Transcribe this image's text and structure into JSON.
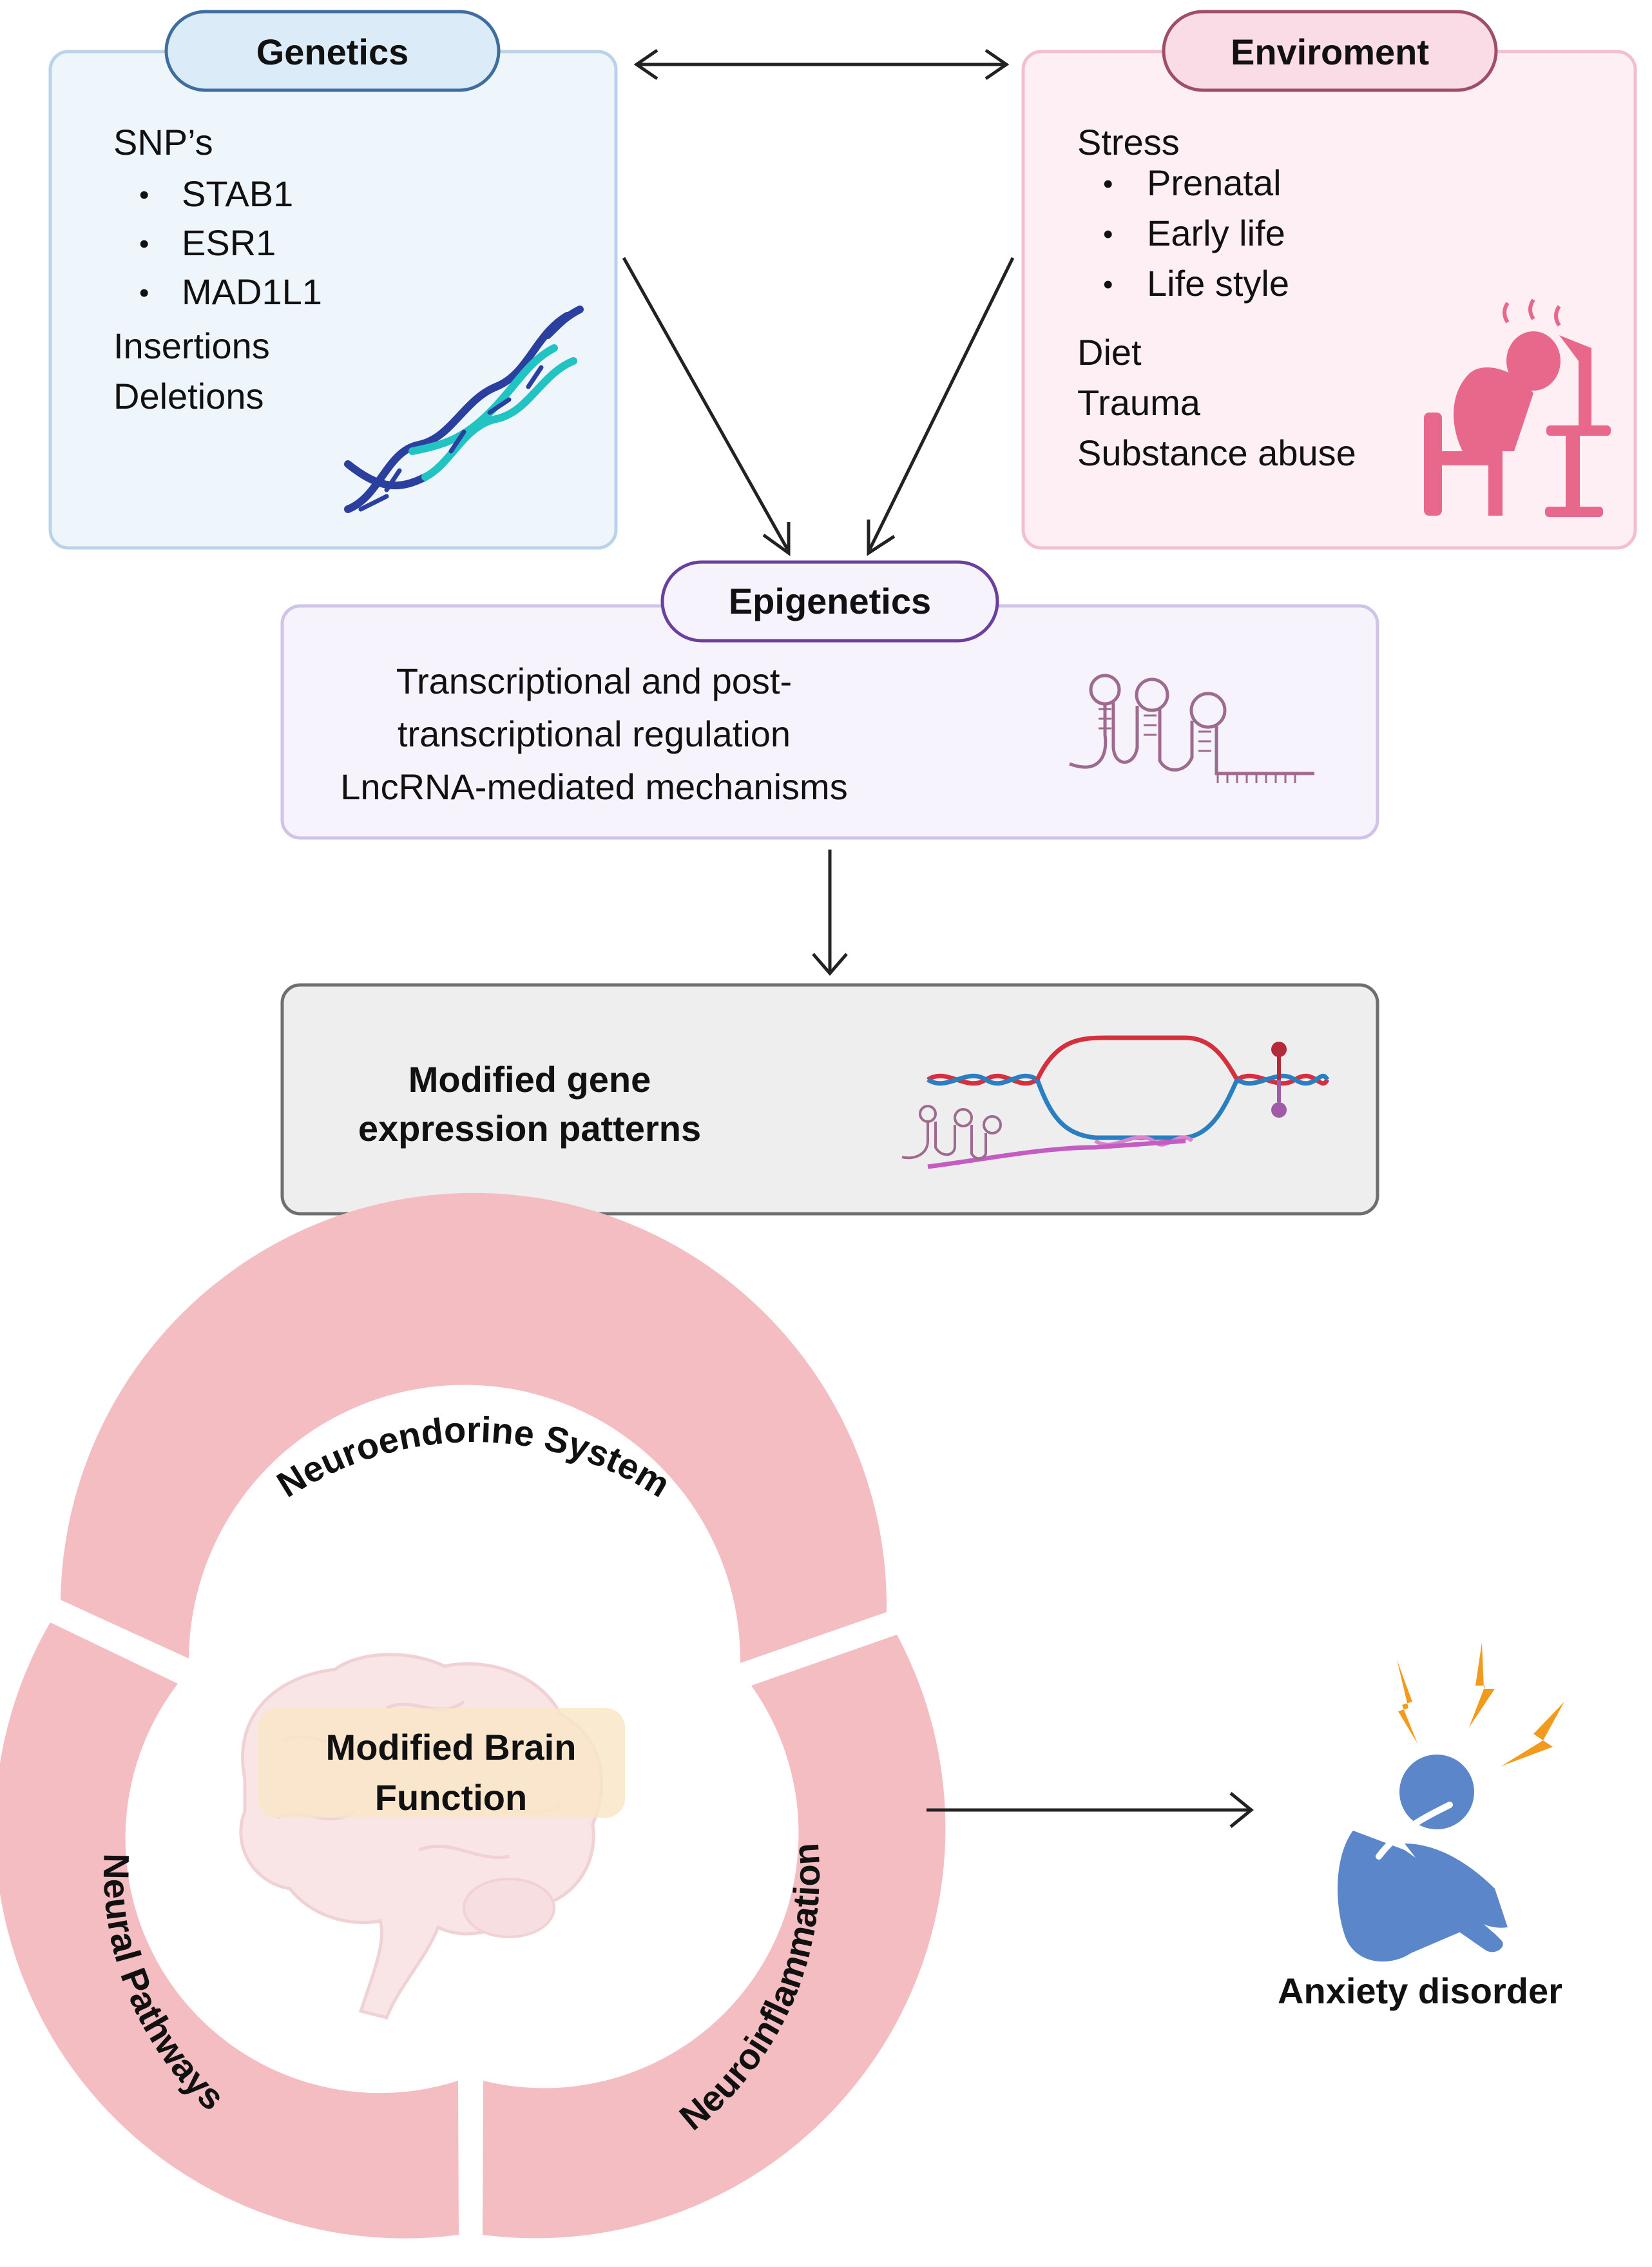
{
  "genetics": {
    "title": "Genetics",
    "heading": "SNP’s",
    "snps": [
      "STAB1",
      "ESR1",
      "MAD1L1"
    ],
    "others": [
      "Insertions",
      "Deletions"
    ],
    "illustration": "dna-helix-icon"
  },
  "environment": {
    "title": "Enviroment",
    "heading": "Stress",
    "stress_types": [
      "Prenatal",
      "Early life",
      "Life style"
    ],
    "others": [
      "Diet",
      "Trauma",
      "Substance abuse"
    ],
    "illustration": "stressed-person-at-desk-icon"
  },
  "epigenetics": {
    "title": "Epigenetics",
    "lines": [
      "Transcriptional and post-",
      "transcriptional regulation",
      "LncRNA-mediated mechanisms"
    ],
    "illustration": "lncrna-hairpin-icon"
  },
  "expression": {
    "lines": [
      "Modified gene",
      "expression patterns"
    ],
    "illustration": "dna-transcription-bubble-icon"
  },
  "ring": {
    "top": "Neuroendorine System",
    "left": "Neural Pathways",
    "right": "Neuroinflammation",
    "center_lines": [
      "Modified Brain",
      "Function"
    ],
    "illustration": "brain-icon"
  },
  "outcome": {
    "label": "Anxiety disorder",
    "illustration": "anxious-person-icon"
  },
  "colors": {
    "genetics_fill": "#EEF5FB",
    "genetics_border": "#B9D3EA",
    "genetics_pill": "#DCEBF8",
    "genetics_pill_border": "#3E6E9E",
    "environment_fill": "#FDEFF4",
    "environment_border": "#F2BFD0",
    "environment_pill": "#F9DCE6",
    "environment_pill_border": "#9E4E68",
    "epigenetics_fill": "#F7F3FC",
    "epigenetics_border": "#CFC3E8",
    "epigenetics_pill_border": "#6A3F9E",
    "expression_fill": "#EEEEEE",
    "expression_border": "#6F6F6F",
    "ring": "#F4BDC2",
    "arrow": "#222222",
    "dna_dark": "#2B3F9E",
    "dna_light": "#22C3C3",
    "stress_pink": "#E8688B",
    "person_blue": "#5B86C9",
    "bolt_orange": "#F29A1E"
  }
}
